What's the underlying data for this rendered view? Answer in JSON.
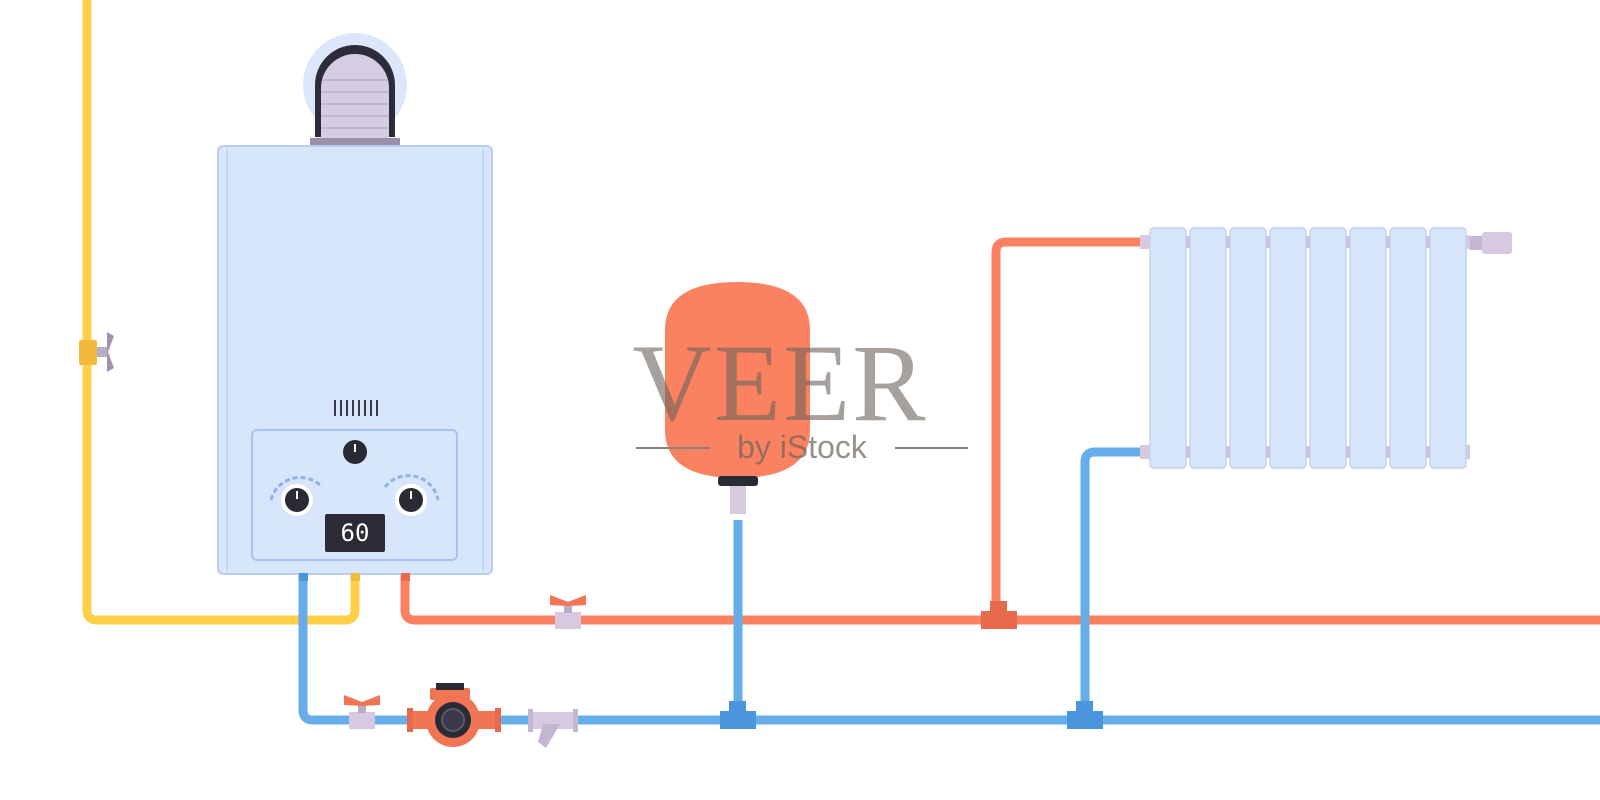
{
  "boiler": {
    "display_value": "60"
  },
  "watermark": {
    "brand": "VEER",
    "tagline": "by iStock"
  },
  "colors": {
    "gas_pipe": "#ffcf4a",
    "hot_pipe": "#fb8261",
    "cold_pipe": "#66ade9",
    "boiler_body": "#d8e6fb",
    "expansion_tank": "#fb8261",
    "radiator": "#d8e6fb",
    "valve_fitting": "#d6c9e0"
  },
  "icons": [
    "boiler",
    "flue-pipe",
    "gas-valve",
    "expansion-tank",
    "radiator",
    "circulation-pump",
    "strainer-filter",
    "ball-valve",
    "tee-fitting"
  ]
}
